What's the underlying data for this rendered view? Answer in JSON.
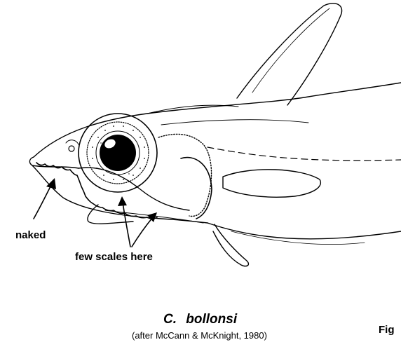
{
  "labels": {
    "naked": "naked",
    "few_scales": "few scales here",
    "species": "C. bollonsi",
    "credit": "(after McCann & McKnight, 1980)",
    "fig": "Fig"
  },
  "colors": {
    "ink": "#000000",
    "paper": "#ffffff"
  }
}
